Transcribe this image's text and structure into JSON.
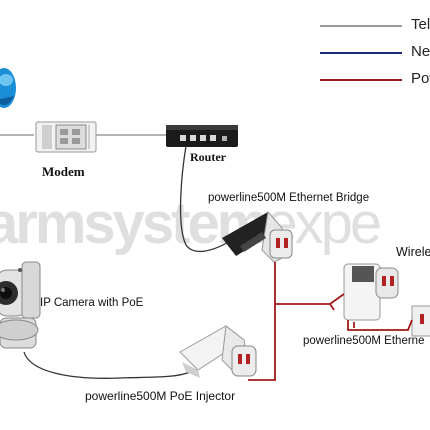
{
  "legend": {
    "items": [
      {
        "label": "Tel",
        "color": "#9a9a9a"
      },
      {
        "label": "Ne",
        "color": "#1c2a78"
      },
      {
        "label": "Pow",
        "color": "#a01818"
      }
    ]
  },
  "devices": {
    "modem": "Modem",
    "router": "Router",
    "bridge_top": "powerline500M Ethernet Bridge",
    "wireless": "Wirele",
    "bridge_right": "powerline500M Etherne",
    "camera": "IP Camera with PoE",
    "injector": "powerline500M PoE Injector"
  },
  "watermark": {
    "bold": "armsystem",
    "thin": "expe"
  }
}
